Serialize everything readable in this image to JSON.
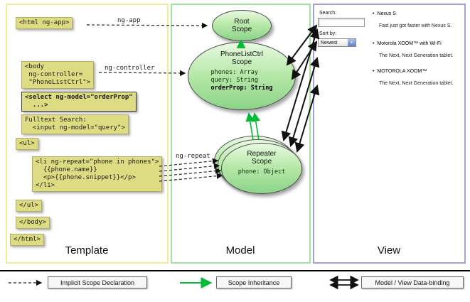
{
  "colors": {
    "template_border": "#eeee9a",
    "model_border": "#a0e4a0",
    "view_border": "#a2a2dc",
    "codebox_bg": "#dedc82",
    "scope_fill_top": "#e9f9e2",
    "scope_fill_bottom": "#8cd489",
    "inheritance_arrow": "#00bb33",
    "binding_arrow": "#111111",
    "declaration_arrow": "#222222"
  },
  "template": {
    "label": "Template",
    "boxes": [
      {
        "text": "<html ng-app>"
      },
      {
        "text": "<body\n ng-controller=\n \"PhoneListCtrl\">"
      },
      {
        "text": "<select ng-model=\"orderProp\"\n  ...>"
      },
      {
        "text": "Fulltext Search:\n  <input ng-model=\"query\">"
      },
      {
        "text": "<ul>"
      },
      {
        "text": "<li ng-repeat=\"phone in phones\">\n  {{phone.name}}\n  <p>{{phone.snippet}}</p>\n</li>"
      },
      {
        "text": "</ul>"
      },
      {
        "text": "</body>"
      },
      {
        "text": "</html>"
      }
    ]
  },
  "model": {
    "label": "Model",
    "root_scope": {
      "title": "Root\nScope"
    },
    "phonelist_scope": {
      "title": "PhoneListCtrl\nScope",
      "props": [
        "phones: Array",
        "query: String",
        "orderProp: String"
      ]
    },
    "repeater_scope": {
      "title": "Repeater\nScope",
      "props": [
        "phone: Object"
      ]
    }
  },
  "view": {
    "label": "View",
    "search_label": "Search:",
    "sort_label": "Sort by:",
    "sort_value": "Newest",
    "sort_arrow": "▾",
    "bullet": "•",
    "items": [
      {
        "name": "Nexus S",
        "desc": "Fast just got faster with Nexus S."
      },
      {
        "name": "Motorola XOOM™ with Wi-Fi",
        "desc": "The Next, Next Generation tablet."
      },
      {
        "name": "MOTOROLA XOOM™",
        "desc": "The Next, Next Generation tablet."
      }
    ]
  },
  "arrow_labels": {
    "ng_app": "ng-app",
    "ng_controller": "ng-controller",
    "ng_repeat": "ng-repeat"
  },
  "legend": {
    "implicit": "Implicit Scope Declaration",
    "inheritance": "Scope Inheritance",
    "binding": "Model / View Data-binding"
  }
}
